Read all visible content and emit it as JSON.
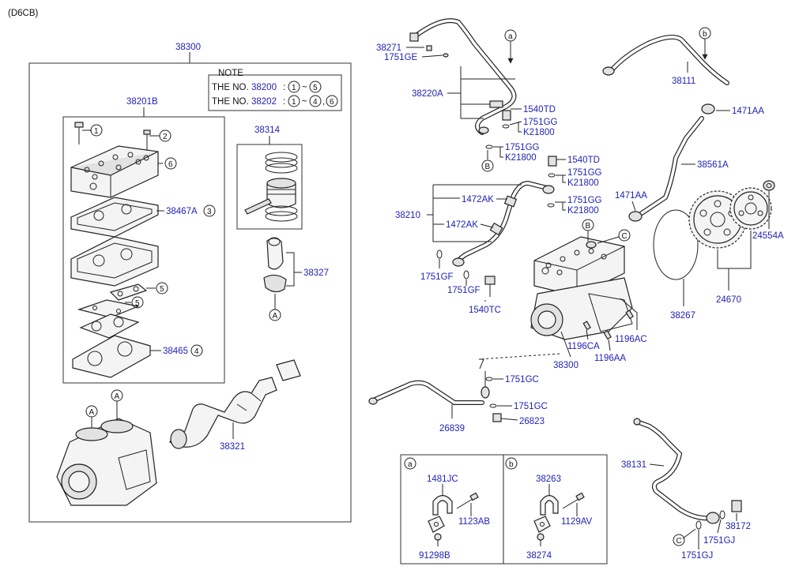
{
  "model": "(D6CB)",
  "colors": {
    "label": "#1f1fb4",
    "text": "#111111",
    "line": "#222222",
    "background": "#ffffff"
  },
  "note": {
    "title": "NOTE",
    "line1": {
      "prefix": "THE NO.",
      "part": "38200",
      "sep": ":",
      "from": "1",
      "tilde": "~",
      "to": "5"
    },
    "line2": {
      "prefix": "THE NO.",
      "part": "38202",
      "sep": ":",
      "from": "1",
      "tilde": "~",
      "to": "4",
      "comma": ",",
      "extra": "6"
    }
  },
  "labels": {
    "assy_38300_top": "38300",
    "cover_38201B": "38201B",
    "gasket_38467A": "38467A",
    "gasket_38465": "38465",
    "piston_38314": "38314",
    "rod_38327": "38327",
    "crank_38321": "38321",
    "bolt_38271": "38271",
    "washer_1751GE": "1751GE",
    "pipe_38220A": "38220A",
    "bolt_1540TD_1": "1540TD",
    "washer_1751GG_1": "1751GG",
    "kit_K21800_1": "K21800",
    "washer_1751GG_2": "1751GG",
    "kit_K21800_2": "K21800",
    "bolt_1540TD_2": "1540TD",
    "washer_1751GG_3": "1751GG",
    "kit_K21800_3": "K21800",
    "hose_1472AK_1": "1472AK",
    "hose_1472AK_2": "1472AK",
    "pipe_38210": "38210",
    "washer_1751GG_4": "1751GG",
    "kit_K21800_4": "K21800",
    "washer_1751GF_1": "1751GF",
    "washer_1751GF_2": "1751GF",
    "bolt_1540TC": "1540TC",
    "clamp_1471AA_1": "1471AA",
    "clamp_1471AA_2": "1471AA",
    "hose_38111": "38111",
    "hose_38561A": "38561A",
    "nut_24554A": "24554A",
    "gear_24670": "24670",
    "oring_38267": "38267",
    "bolt_1196CA": "1196CA",
    "bolt_1196AC": "1196AC",
    "bolt_1196AA": "1196AA",
    "assy_38300_mid": "38300",
    "washer_1751GC_1": "1751GC",
    "washer_1751GC_2": "1751GC",
    "pipe_26839": "26839",
    "bolt_26823": "26823",
    "clamp_1481JC": "1481JC",
    "bolt_1123AB": "1123AB",
    "bracket_91298B": "91298B",
    "clamp_38263": "38263",
    "bolt_1129AV": "1129AV",
    "bracket_38274": "38274",
    "pipe_38131": "38131",
    "fitting_38172": "38172",
    "washer_1751GJ_1": "1751GJ",
    "washer_1751GJ_2": "1751GJ"
  },
  "circled_numbers": {
    "n1": "1",
    "n2": "2",
    "n6": "6",
    "n3": "3",
    "n5a": "5",
    "n5b": "5",
    "n4": "4"
  },
  "ref_letters": {
    "a_top": "a",
    "b_top": "b",
    "B_1": "B",
    "B_2": "B",
    "B_3": "B",
    "C_1": "C",
    "C_2": "C",
    "A_rod": "A",
    "A_bore1": "A",
    "A_bore2": "A",
    "a_inset": "a",
    "b_inset": "b"
  }
}
